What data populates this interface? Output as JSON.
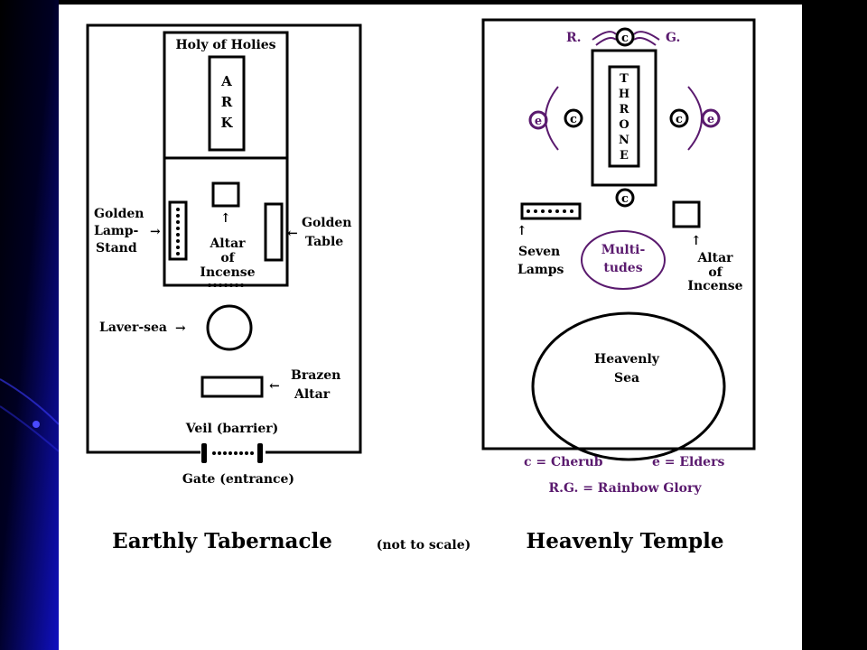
{
  "colors": {
    "ink": "#000000",
    "heavenly": "#5a1a6e",
    "paper": "#ffffff",
    "accent_blue": "#1a1aff"
  },
  "tabernacle": {
    "holy_of_holies": "Holy of Holies",
    "ark": [
      "A",
      "R",
      "K"
    ],
    "golden_lampstand": [
      "Golden",
      "Lamp-",
      "Stand"
    ],
    "altar_of_incense": [
      "Altar",
      "of",
      "Incense"
    ],
    "golden_table": [
      "Golden",
      "Table"
    ],
    "laver": "Laver-sea",
    "brazen_altar": [
      "Brazen",
      "Altar"
    ],
    "veil": "Veil (barrier)",
    "gate": "Gate (entrance)",
    "arrow_right": "→",
    "arrow_left": "←",
    "arrow_up": "↑",
    "title": "Earthly Tabernacle"
  },
  "not_to_scale": "(not to scale)",
  "temple": {
    "r_label": "R.",
    "g_label": "G.",
    "throne": [
      "T",
      "H",
      "R",
      "O",
      "N",
      "E"
    ],
    "cherub_symbol": "c",
    "elder_symbol": "e",
    "seven_lamps": [
      "Seven",
      "Lamps"
    ],
    "multitudes": [
      "Multi-",
      "tudes"
    ],
    "altar_of_incense": [
      "Altar",
      "of",
      "Incense"
    ],
    "heavenly_sea": [
      "Heavenly",
      "Sea"
    ],
    "legend_cherub": "c = Cherub",
    "legend_elders": "e = Elders",
    "legend_rg": "R.G. = Rainbow Glory",
    "arrow_up": "↑",
    "title": "Heavenly Temple"
  }
}
